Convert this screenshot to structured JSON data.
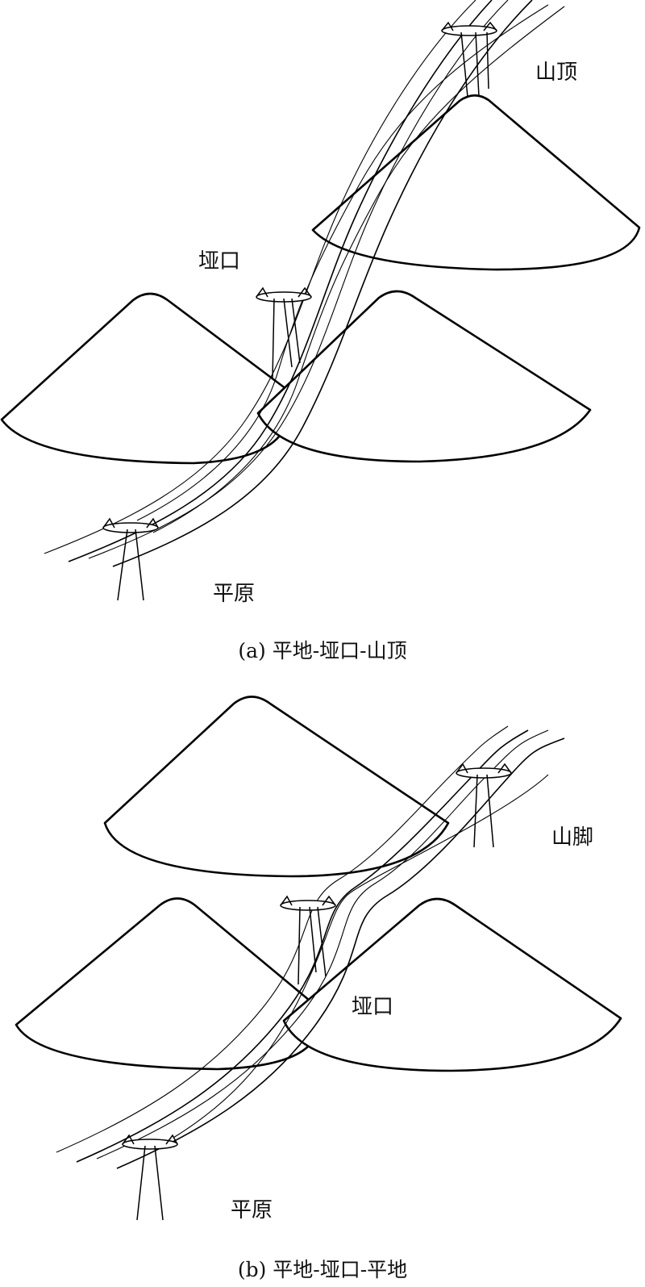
{
  "panel_a": {
    "label_top": "山顶",
    "label_mid": "垭口",
    "label_bottom": "平原",
    "caption": "(a) 平地-垭口-山顶"
  },
  "panel_b": {
    "label_top": "山脚",
    "label_mid": "垭口",
    "label_bottom": "平原",
    "caption": "(b) 平地-垭口-平地"
  }
}
